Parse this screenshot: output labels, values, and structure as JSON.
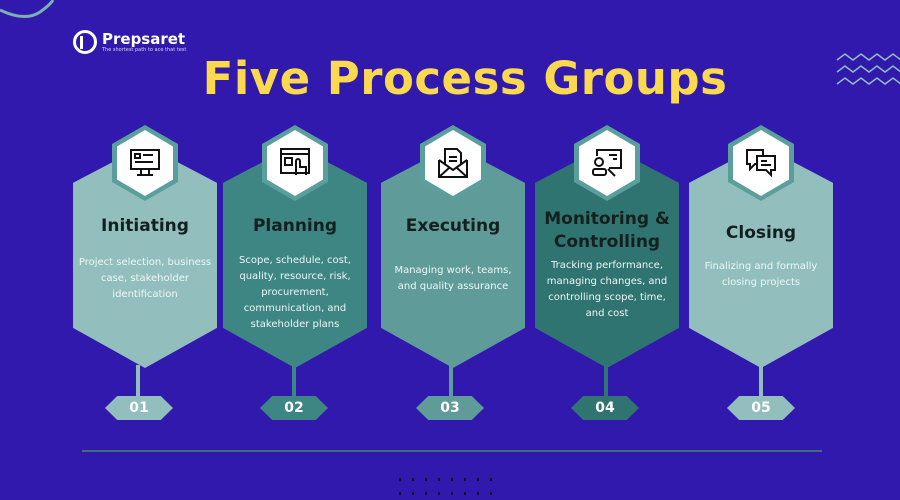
{
  "brand": {
    "name": "Prepsaret",
    "tagline": "The shortest path to ace that test"
  },
  "title": "Five Process Groups",
  "colors": {
    "background": "#3119ae",
    "title": "#fbd94f",
    "light_teal": "#92bfbe",
    "mid_teal": "#5f9c99",
    "dark_teal": "#2f7471",
    "planning_teal": "#3e8683"
  },
  "groups": [
    {
      "number": "01",
      "title": "Initiating",
      "description": "Project selection, business case, stakeholder identification",
      "icon": "monitor-profile-icon",
      "color": "#92bfbe"
    },
    {
      "number": "02",
      "title": "Planning",
      "description": "Scope, schedule, cost, quality, resource, risk, procurement, communication, and stakeholder plans",
      "icon": "browser-touch-icon",
      "color": "#3e8683"
    },
    {
      "number": "03",
      "title": "Executing",
      "description": "Managing work, teams, and quality assurance",
      "icon": "envelope-letter-icon",
      "color": "#5f9c99"
    },
    {
      "number": "04",
      "title": "Monitoring & Controlling",
      "description": "Tracking performance, managing changes, and controlling scope, time, and cost",
      "icon": "presentation-user-icon",
      "color": "#2f7471"
    },
    {
      "number": "05",
      "title": "Closing",
      "description": "Finalizing and formally closing projects",
      "icon": "chat-bubbles-icon",
      "color": "#92bfbe"
    }
  ]
}
